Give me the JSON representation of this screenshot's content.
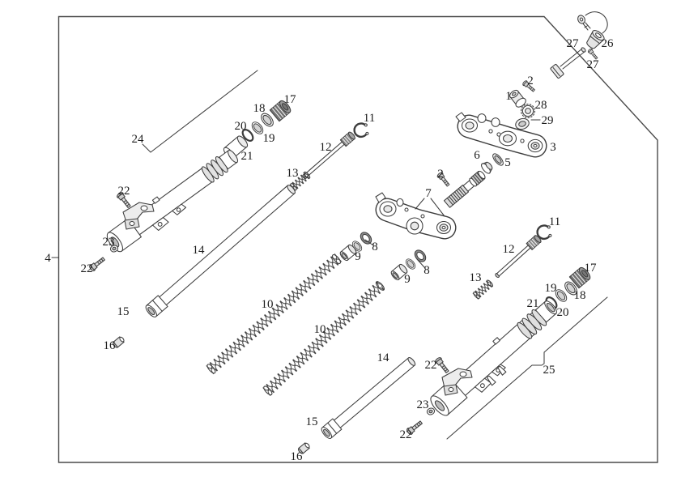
{
  "diagram": {
    "kind": "exploded-parts-diagram",
    "colors": {
      "line": "#3d3d3d",
      "background": "#ffffff",
      "label": "#1c1c1c"
    },
    "labels": [
      "27",
      "26",
      "27",
      "2",
      "1",
      "28",
      "29",
      "3",
      "6",
      "5",
      "2",
      "7",
      "11",
      "12",
      "13",
      "17",
      "18",
      "20",
      "19",
      "21",
      "24",
      "22",
      "23",
      "22",
      "14",
      "15",
      "16",
      "10",
      "10",
      "8",
      "9",
      "8",
      "9",
      "11",
      "12",
      "13",
      "17",
      "19",
      "18",
      "20",
      "21",
      "25",
      "22",
      "23",
      "22",
      "14",
      "15",
      "16",
      "4"
    ]
  }
}
